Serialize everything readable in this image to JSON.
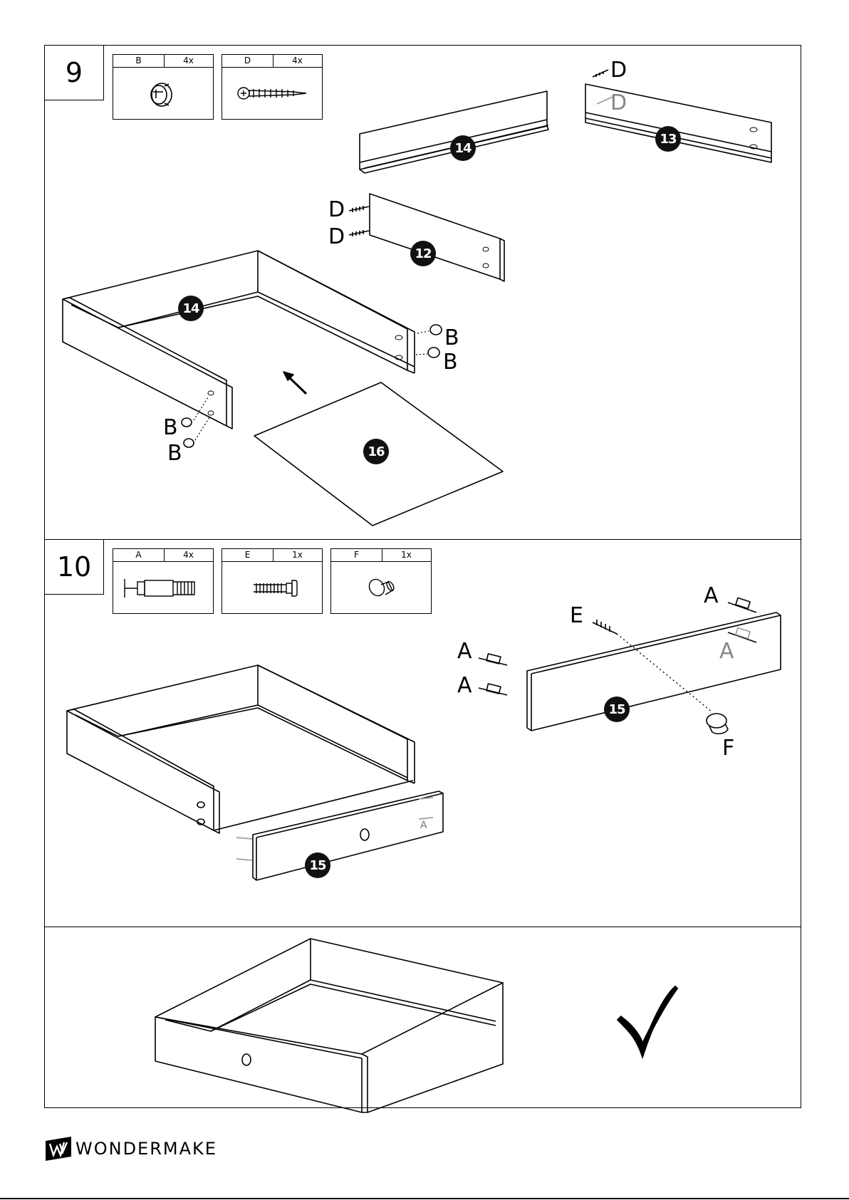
{
  "steps": [
    {
      "number": "9",
      "hardware": [
        {
          "id": "B",
          "count": "4x",
          "icon": "cam-lock-icon"
        },
        {
          "id": "D",
          "count": "4x",
          "icon": "screw-icon"
        }
      ]
    },
    {
      "number": "10",
      "hardware": [
        {
          "id": "A",
          "count": "4x",
          "icon": "cam-dowel-icon"
        },
        {
          "id": "E",
          "count": "1x",
          "icon": "bolt-icon"
        },
        {
          "id": "F",
          "count": "1x",
          "icon": "knob-icon"
        }
      ]
    }
  ],
  "step9": {
    "parts": {
      "p14_top": "14",
      "p13": "13",
      "p12": "12",
      "p14_frame": "14",
      "p16": "16"
    },
    "labels": {
      "d1": "D",
      "d2": "D",
      "d3": "D",
      "d4": "D",
      "b1": "B",
      "b2": "B",
      "b3": "B",
      "b4": "B"
    }
  },
  "step10": {
    "parts": {
      "p15_right": "15",
      "p15_left": "15"
    },
    "labels": {
      "a1": "A",
      "a2": "A",
      "a3": "A",
      "a4": "A",
      "e": "E",
      "f": "F",
      "a_small": "A"
    }
  },
  "brand": {
    "name": "WONDERMAKE",
    "logo": "wondermake-logo"
  },
  "icons": {
    "arrow": "arrow-icon",
    "checkmark": "checkmark-icon"
  }
}
